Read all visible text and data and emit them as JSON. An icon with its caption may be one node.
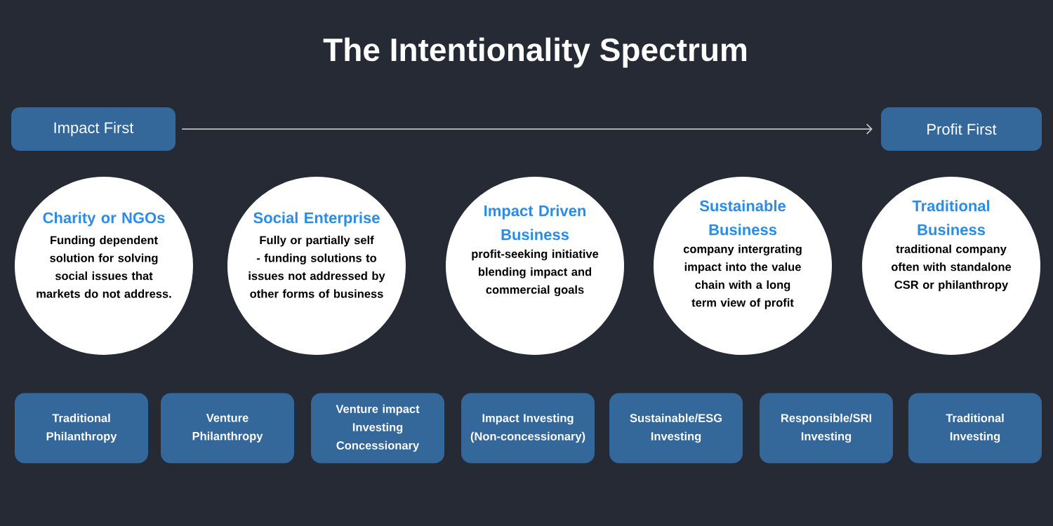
{
  "diagram": {
    "title": "The Intentionality Spectrum",
    "nodes": [
      {
        "text": [
          "Impact First"
        ]
      },
      {
        "text": [
          "Profit First"
        ]
      },
      {
        "text": [
          "Charity or NGOs",
          "Funding dependent solution for solving social issues that markets do not address."
        ]
      },
      {
        "text": [
          "Social Enterprise",
          "Fully or partially self - funding solutions to issues not addressed by other forms of business"
        ]
      },
      {
        "text": [
          "Impact Driven Business",
          "profit-seeking initiative blending impact and commercial goals"
        ]
      },
      {
        "text": [
          "Sustainable Business",
          "company intergrating impact into the value chain with a long term view of profit"
        ]
      },
      {
        "text": [
          "Traditional Business",
          "traditional company often with standalone CSR or philanthropy"
        ]
      },
      {
        "text": [
          "Traditional Philanthropy"
        ]
      },
      {
        "text": [
          "Venture Philanthropy"
        ]
      },
      {
        "text": [
          "Venture impact Investing Concessionary"
        ]
      },
      {
        "text": [
          "Impact Investing (Non-concessionary)"
        ]
      },
      {
        "text": [
          "Sustainable/ESG Investing"
        ]
      },
      {
        "text": [
          "Responsible/SRI Investing"
        ]
      },
      {
        "text": [
          "Traditional Investing"
        ]
      }
    ],
    "edges": [
      {
        "from": 0,
        "to": 1,
        "arrow": "to"
      }
    ]
  }
}
